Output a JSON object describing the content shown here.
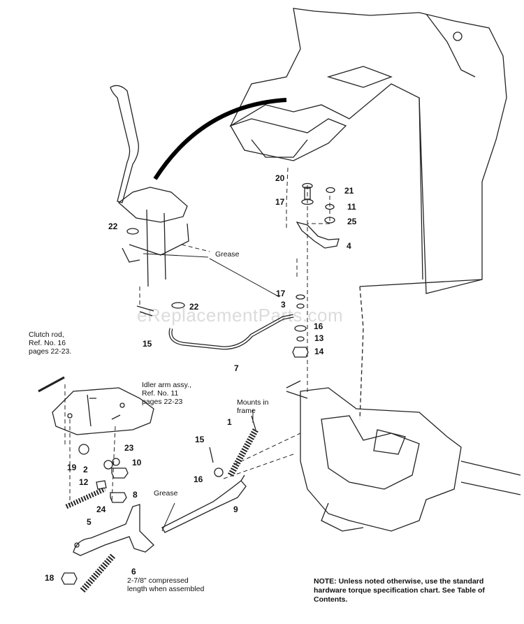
{
  "watermark": "eReplacementParts.com",
  "labels": {
    "clutch_rod": [
      "Clutch rod,",
      "Ref. No. 16",
      "pages 22-23."
    ],
    "idler_arm": [
      "Idler arm assy.,",
      "Ref. No. 11",
      "pages 22-23"
    ],
    "mounts": [
      "Mounts in",
      "frame"
    ],
    "grease_top": "Grease",
    "grease_bottom": "Grease",
    "compressed": [
      "2-7/8\" compressed",
      "length when assembled"
    ]
  },
  "callouts": [
    "20",
    "21",
    "17",
    "11",
    "25",
    "4",
    "22",
    "17",
    "3",
    "22",
    "16",
    "13",
    "14",
    "15",
    "7",
    "1",
    "15",
    "23",
    "19",
    "2",
    "10",
    "16",
    "12",
    "8",
    "9",
    "24",
    "5",
    "6",
    "18"
  ],
  "note": "NOTE: Unless noted otherwise, use the standard hardware torque specification chart. See Table of Contents."
}
